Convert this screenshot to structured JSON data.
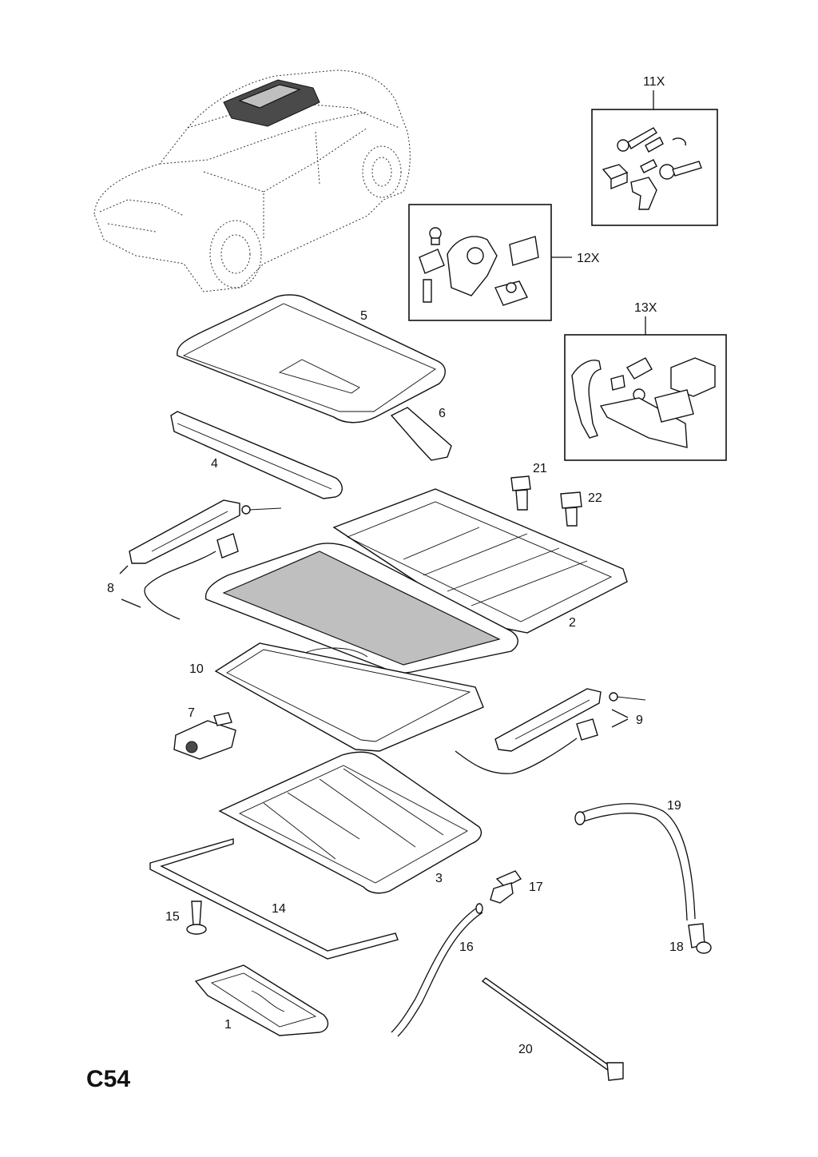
{
  "diagram": {
    "page_id": "C54",
    "callouts": {
      "p1": "1",
      "p2": "2",
      "p3": "3",
      "p4": "4",
      "p5": "5",
      "p6": "6",
      "p7": "7",
      "p8": "8",
      "p9": "9",
      "p10": "10",
      "p11x": "11X",
      "p12x": "12X",
      "p13x": "13X",
      "p14": "14",
      "p15": "15",
      "p16": "16",
      "p17": "17",
      "p18": "18",
      "p19": "19",
      "p20": "20",
      "p21": "21",
      "p22": "22"
    }
  }
}
